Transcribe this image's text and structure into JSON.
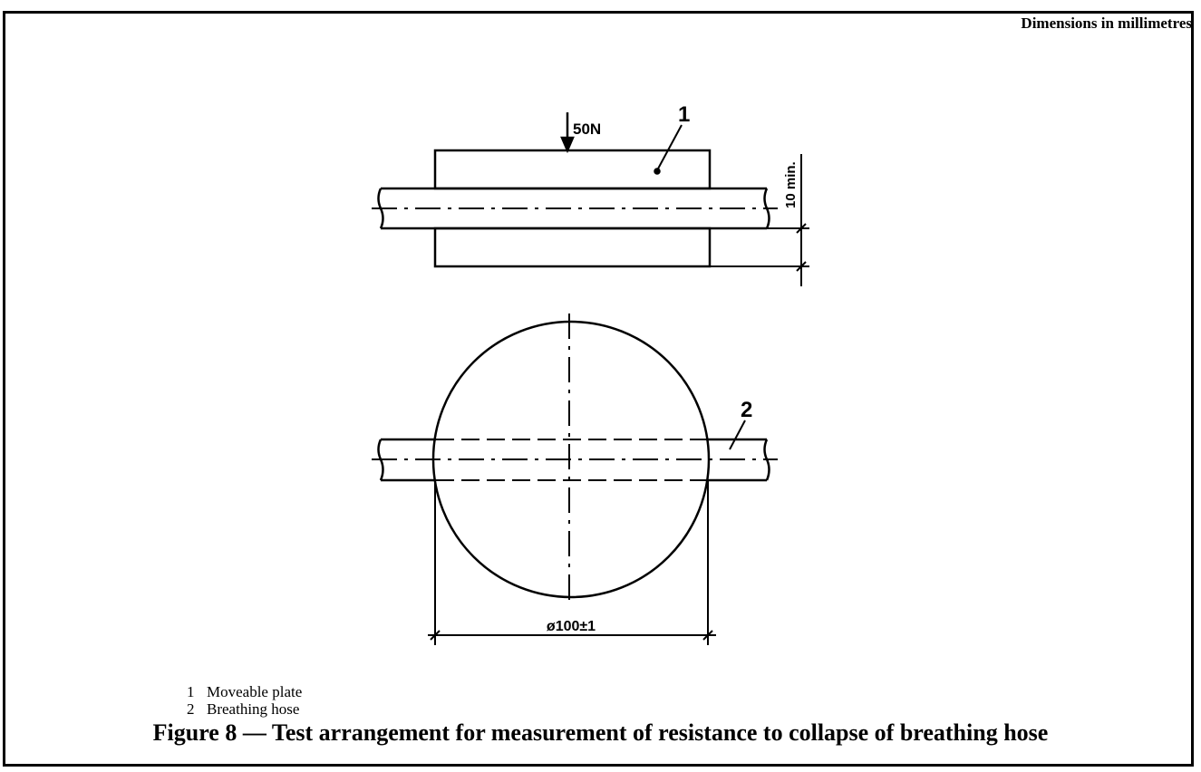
{
  "header": {
    "units_note": "Dimensions in millimetres"
  },
  "drawing": {
    "force_label": "50N",
    "callout_plate": "1",
    "callout_hose": "2",
    "clearance_dimension": "10 min.",
    "diameter_dimension": "ø100±1"
  },
  "legend": {
    "items": [
      {
        "number": "1",
        "text": "Moveable plate"
      },
      {
        "number": "2",
        "text": "Breathing hose"
      }
    ]
  },
  "caption": {
    "text": "Figure 8 — Test arrangement for measurement of resistance to collapse of breathing hose"
  }
}
